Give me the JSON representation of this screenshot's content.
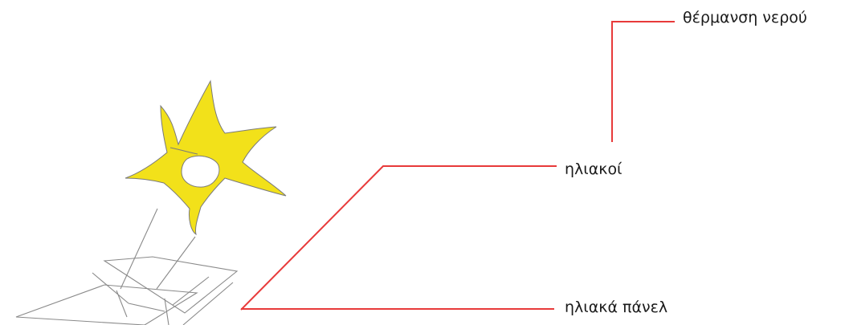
{
  "labels": {
    "water_heating": "θέρμανση νερού",
    "solar": "ηλιακοί",
    "solar_panels": "ηλιακά πάνελ"
  },
  "colors": {
    "leader_line": "#e83a3a",
    "sun_fill": "#f2e11a",
    "sketch_stroke": "#7a7a7a",
    "text": "#1a1a1a"
  },
  "icons": [
    "sun-shape",
    "solar-panel-sketch"
  ]
}
